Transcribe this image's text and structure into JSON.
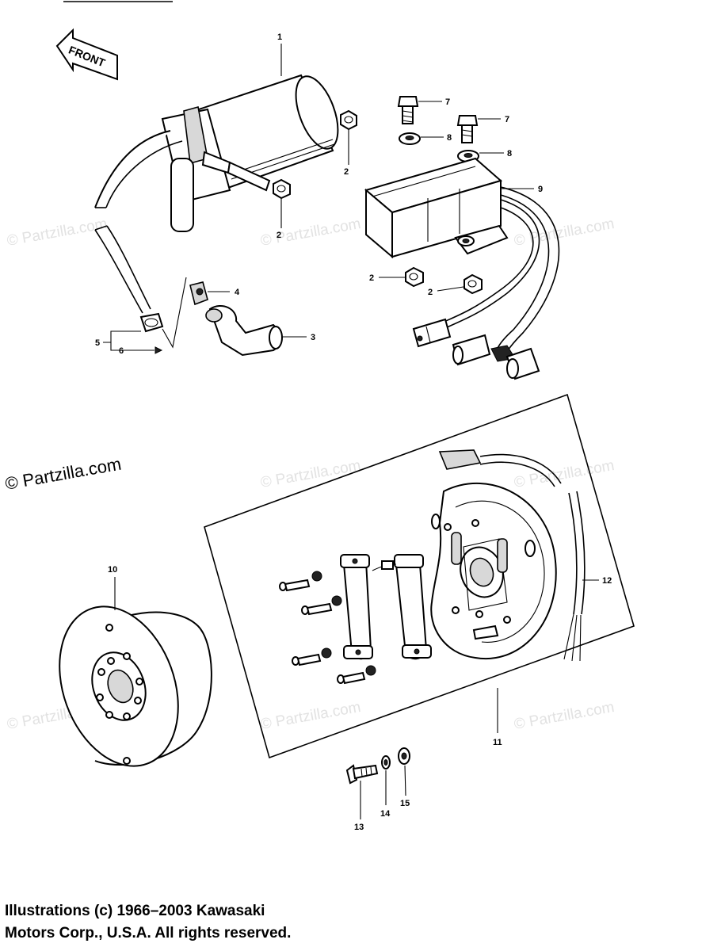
{
  "front_label": "FRONT",
  "watermark_small": "© Partzilla.com",
  "watermark_main": "© Partzilla.com",
  "callouts": {
    "c1": "1",
    "c2a": "2",
    "c2b": "2",
    "c2c": "2",
    "c2d": "2",
    "c3": "3",
    "c4": "4",
    "c5": "5",
    "c6": "6",
    "c7a": "7",
    "c7b": "7",
    "c8a": "8",
    "c8b": "8",
    "c9": "9",
    "c10": "10",
    "c11": "11",
    "c12": "12",
    "c13": "13",
    "c14": "14",
    "c15": "15"
  },
  "copyright": {
    "line1": "Illustrations (c) 1966–2003 Kawasaki",
    "line2": "Motors Corp., U.S.A.  All rights reserved."
  }
}
